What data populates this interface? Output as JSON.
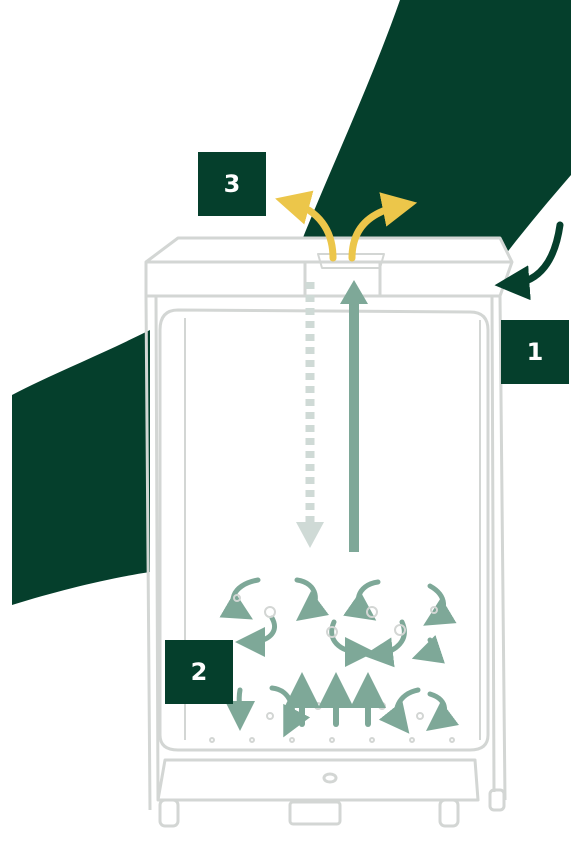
{
  "colors": {
    "brand_green": "#053f2c",
    "cabinet_outline": "#d3d6d4",
    "airflow_green": "#7ea898",
    "airflow_light": "#cfdad6",
    "exhaust_yellow": "#ecc64a",
    "badge_text": "#ffffff"
  },
  "icons": {
    "intake_arrow": "curved-arrow-left-icon",
    "exhaust_arrows": "curved-arrows-up-icon",
    "swirl_arrows": "circular-swirl-arrow-icon",
    "updraft_arrows": "arrow-up-icon"
  },
  "steps": [
    {
      "number": "1"
    },
    {
      "number": "2"
    },
    {
      "number": "3"
    }
  ]
}
